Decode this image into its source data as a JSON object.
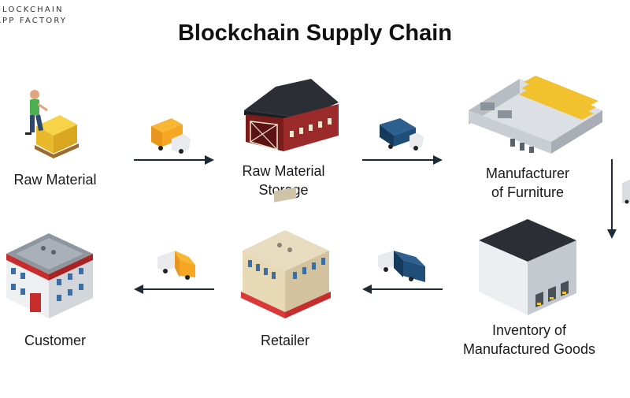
{
  "logo": {
    "line1": "BLOCKCHAIN",
    "line2": "APP FACTORY"
  },
  "title": "Blockchain Supply Chain",
  "nodes": {
    "raw_material": {
      "label": "Raw Material"
    },
    "raw_material_storage": {
      "label_line1": "Raw Material",
      "label_line2": "Storage"
    },
    "manufacturer": {
      "label_line1": "Manufacturer",
      "label_line2": "of Furniture"
    },
    "inventory": {
      "label_line1": "Inventory of",
      "label_line2": "Manufactured Goods"
    },
    "retailer": {
      "label": "Retailer"
    },
    "customer": {
      "label": "Customer"
    }
  },
  "colors": {
    "arrow": "#1c2b36",
    "orange_truck": "#f5a623",
    "blue_truck": "#1f4e79",
    "barn_red": "#8b1e1e",
    "crate_yellow": "#f2c12e"
  },
  "icons": [
    "worker-with-crate-icon",
    "barn-icon",
    "factory-icon",
    "warehouse-icon",
    "retail-store-icon",
    "office-building-icon",
    "delivery-truck-icon"
  ]
}
